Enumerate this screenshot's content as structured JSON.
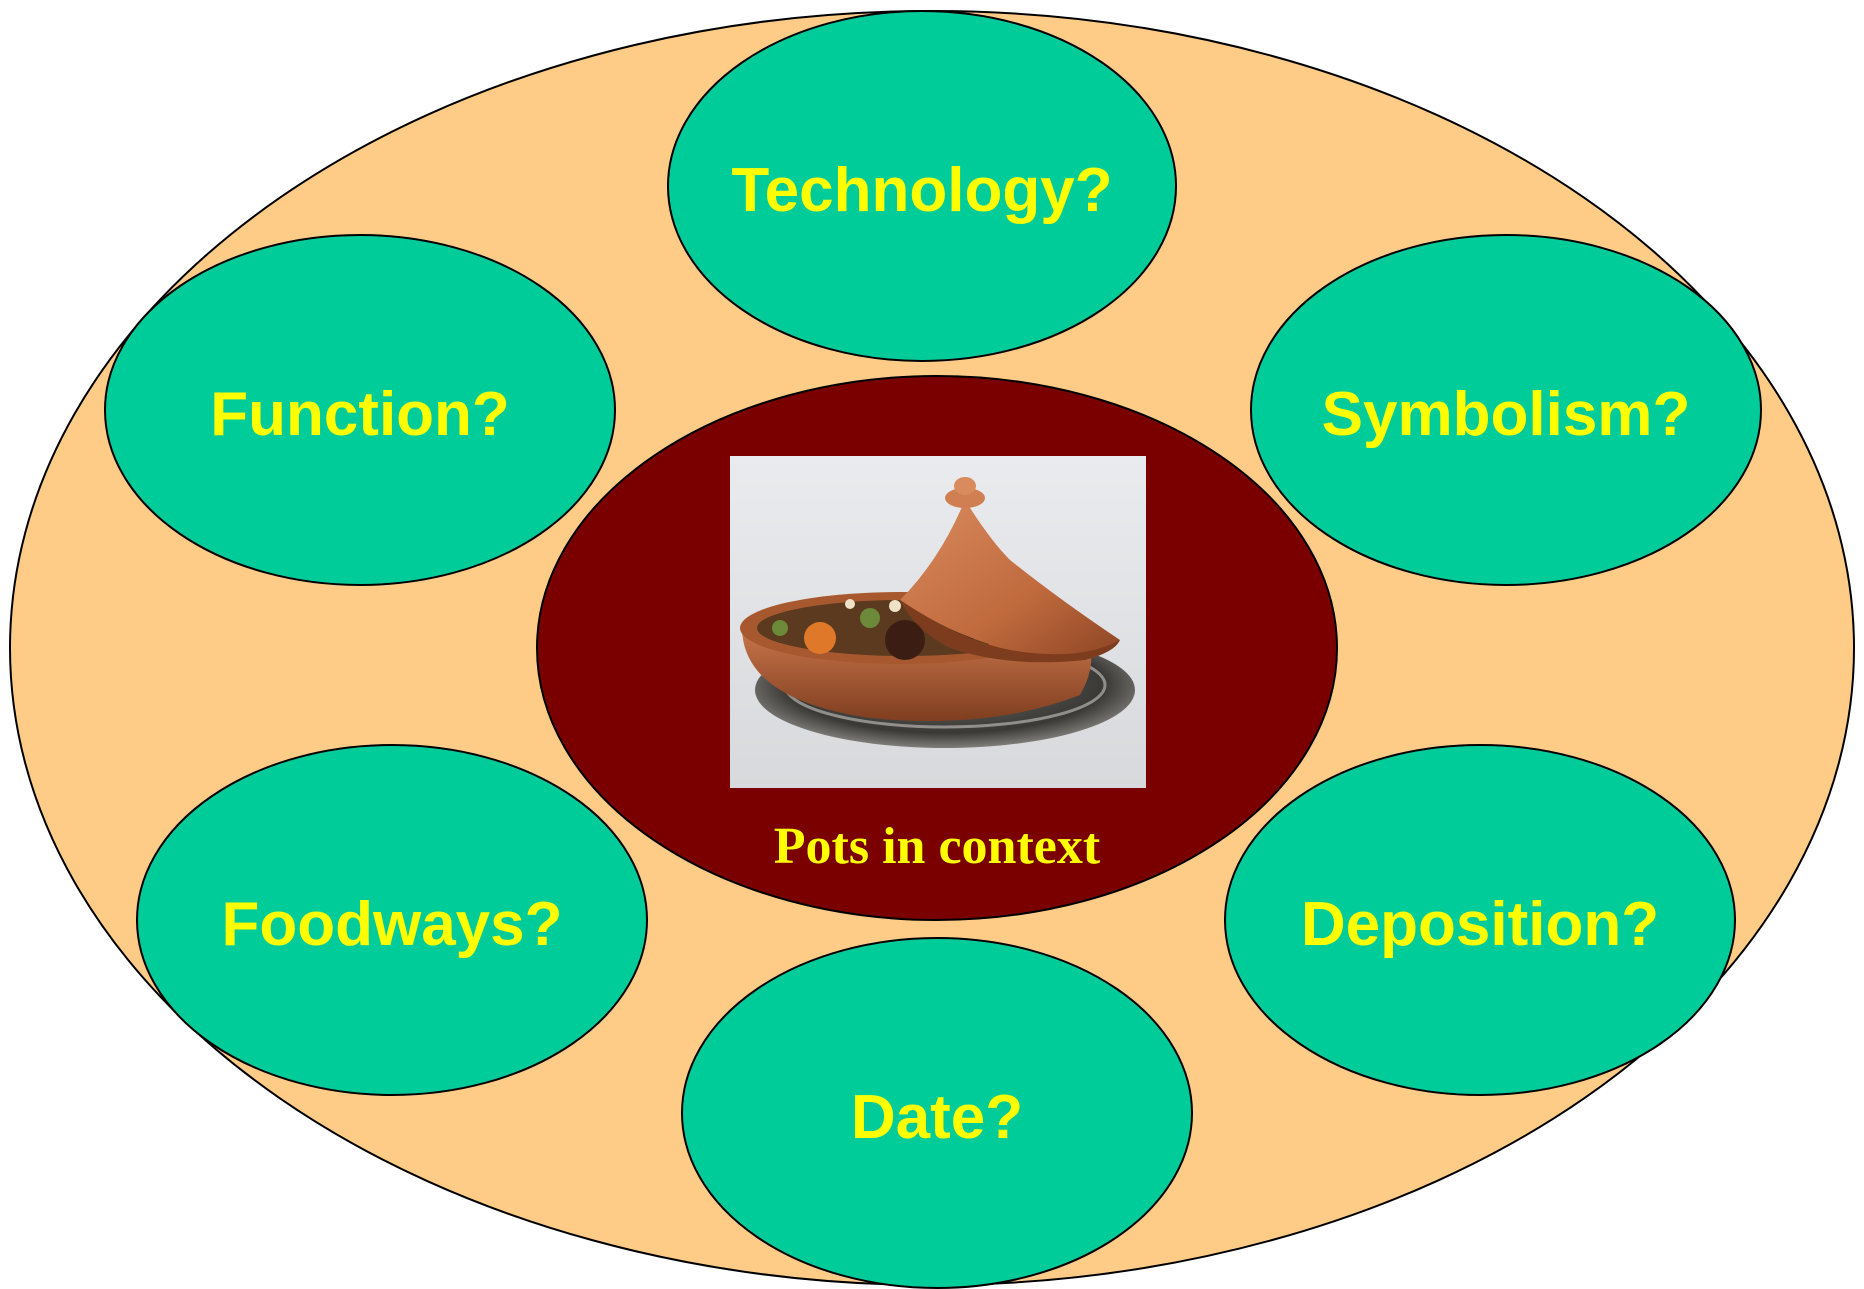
{
  "diagram": {
    "center": {
      "caption": "Pots in context",
      "image_subject": "tagine-dish-photo"
    },
    "nodes": [
      {
        "id": "technology",
        "label": "Technology?"
      },
      {
        "id": "function",
        "label": "Function?"
      },
      {
        "id": "symbolism",
        "label": "Symbolism?"
      },
      {
        "id": "foodways",
        "label": "Foodways?"
      },
      {
        "id": "deposition",
        "label": "Deposition?"
      },
      {
        "id": "date",
        "label": "Date?"
      }
    ],
    "colors": {
      "outer_fill": "#FFCC88",
      "node_fill": "#00CC99",
      "center_fill": "#7A0000",
      "label_text": "#FFFF00",
      "outline": "#000000"
    }
  }
}
